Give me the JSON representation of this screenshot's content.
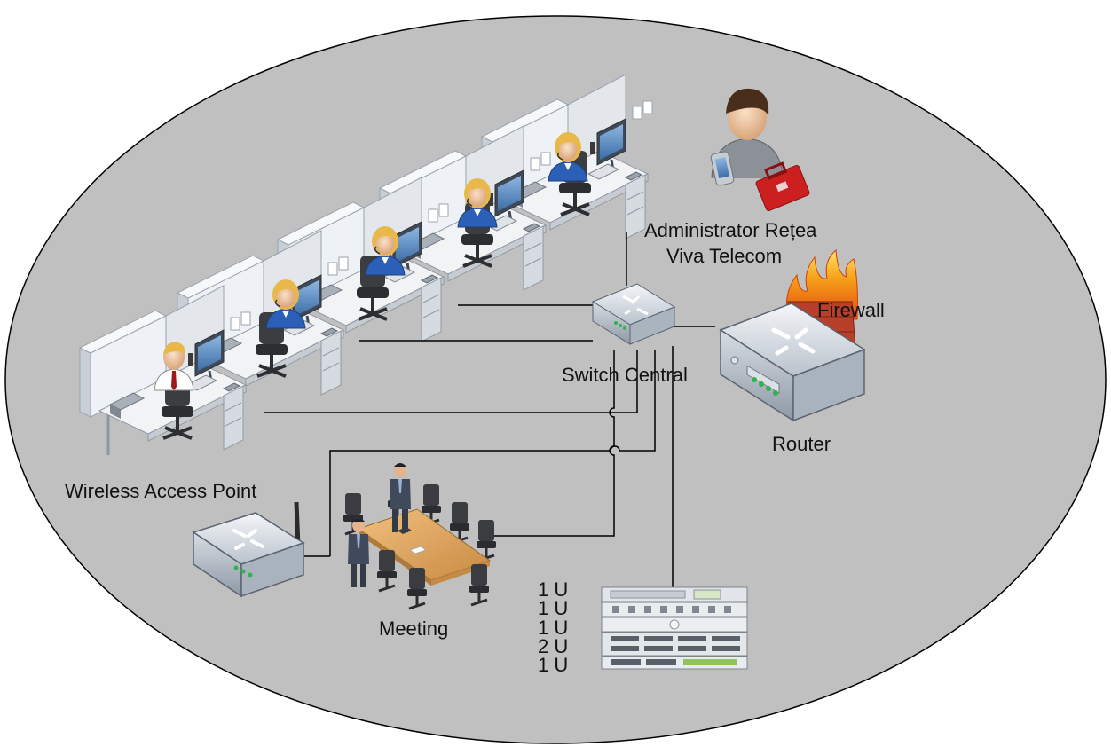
{
  "labels": {
    "admin_line1": "Administrator Rețea",
    "admin_line2": "Viva Telecom",
    "firewall": "Firewall",
    "switch": "Switch Central",
    "router": "Router",
    "wap": "Wireless Access Point",
    "meeting": "Meeting"
  },
  "rack_units": [
    "1 U",
    "1 U",
    "1 U",
    "2 U",
    "1 U"
  ],
  "colors": {
    "background_ellipse": "#c0c0c0",
    "outline": "#000000",
    "cubicle_panel": "#e6e9ee",
    "monitor": "#4d7fb5",
    "employee_shirt": "#2b5fb8",
    "hair": "#e8b94a",
    "table": "#d9a160",
    "firewall_brick": "#b8402a",
    "admin_case": "#cc2020"
  },
  "icons": [
    "workstation-icon",
    "admin-icon",
    "switch-icon",
    "router-icon",
    "firewall-icon",
    "wireless-ap-icon",
    "meeting-table-icon",
    "server-rack-icon"
  ]
}
